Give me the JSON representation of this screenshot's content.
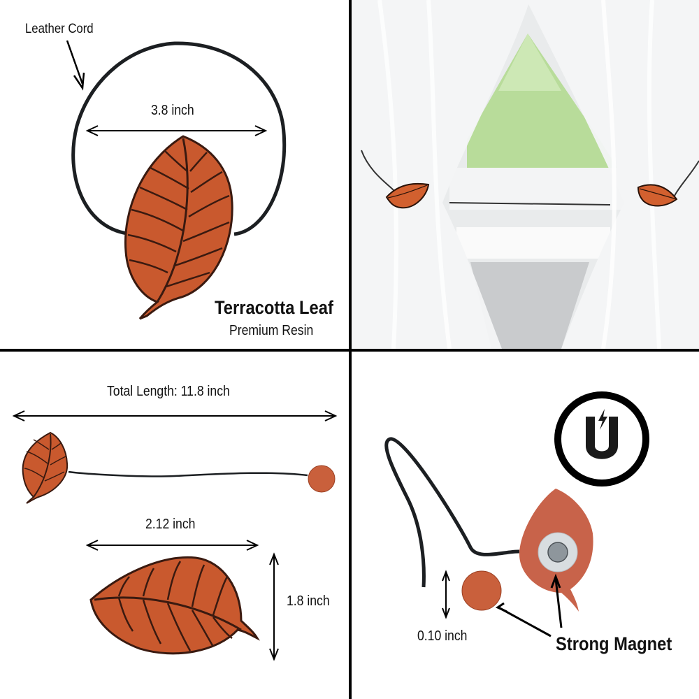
{
  "colors": {
    "terracotta": "#c9592e",
    "terracotta_flat": "#c8634a",
    "vein": "#3a1a10",
    "cord": "#1c1f22",
    "divider": "#000000",
    "window_green": "#b8dc9a",
    "curtain": "#f4f5f6"
  },
  "panel_top_left": {
    "cord_label": "Leather Cord",
    "width_label": "3.8 inch",
    "product_name": "Terracotta Leaf",
    "material": "Premium Resin",
    "icons": [
      "arrow-icon",
      "double-arrow-icon",
      "leaf-icon"
    ]
  },
  "panel_top_right": {
    "scene": "sheer white curtains tied back with two leaf tiebacks in front of a window",
    "icons": [
      "leaf-tieback-left",
      "leaf-tieback-right"
    ]
  },
  "panel_bottom_left": {
    "total_length_label": "Total Length: 11.8 inch",
    "leaf_width_label": "2.12 inch",
    "leaf_height_label": "1.8 inch"
  },
  "panel_bottom_right": {
    "thickness_label": "0.10 inch",
    "magnet_label": "Strong Magnet",
    "icons": [
      "magnet-icon"
    ]
  }
}
